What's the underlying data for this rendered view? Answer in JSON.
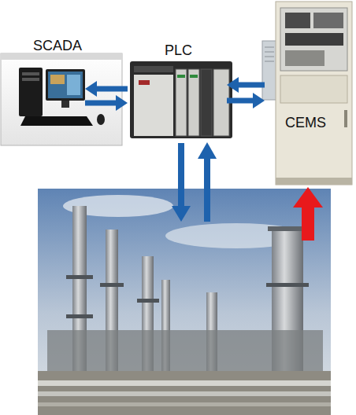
{
  "diagram": {
    "nodes": [
      {
        "text": [
          "SCADA"
        ]
      },
      {
        "text": [
          "PLC"
        ]
      },
      {
        "text": [
          "CEMS"
        ]
      }
    ],
    "edges": [
      {
        "from": 1,
        "to": 0,
        "arrow": "to"
      },
      {
        "from": 0,
        "to": 1,
        "arrow": "to"
      },
      {
        "from": 2,
        "to": 1,
        "arrow": "to"
      },
      {
        "from": 1,
        "to": 2,
        "arrow": "to"
      }
    ]
  }
}
